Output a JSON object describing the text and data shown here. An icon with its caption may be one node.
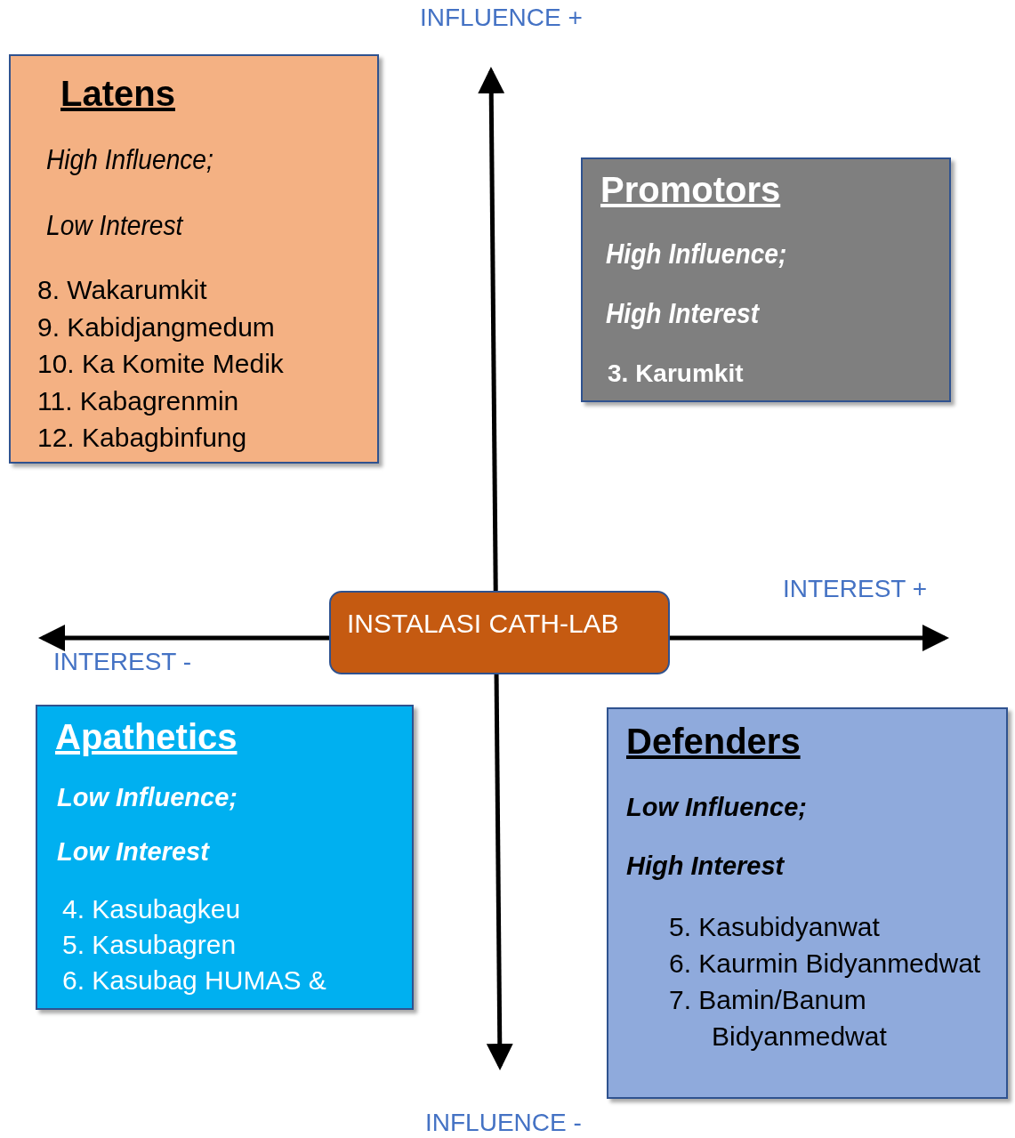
{
  "diagram": {
    "nodes": [
      {
        "text": [
          "Latens",
          "High Influence;",
          "Low Interest",
          "8. Wakarumkit",
          "9. Kabidjangmedum",
          "10. Ka Komite Medik",
          "11. Kabagrenmin",
          "12. Kabagbinfung"
        ]
      },
      {
        "text": [
          "Promotors",
          "High Influence;",
          "High Interest",
          "3. Karumkit"
        ]
      },
      {
        "text": [
          "INSTALASI CATH-LAB"
        ]
      },
      {
        "text": [
          "Apathetics",
          "Low Influence;",
          "Low Interest",
          "4. Kasubagkeu",
          "5. Kasubagren",
          "6. Kasubag HUMAS &"
        ]
      },
      {
        "text": [
          "Defenders",
          "Low Influence;",
          "High Interest",
          "5. Kasubidyanwat",
          "6. Kaurmin Bidyanmedwat",
          "7. Bamin/Banum Bidyanmedwat"
        ]
      }
    ],
    "labels": [
      "INFLUENCE +",
      "INTEREST +",
      "INTEREST -",
      "INFLUENCE -"
    ]
  }
}
